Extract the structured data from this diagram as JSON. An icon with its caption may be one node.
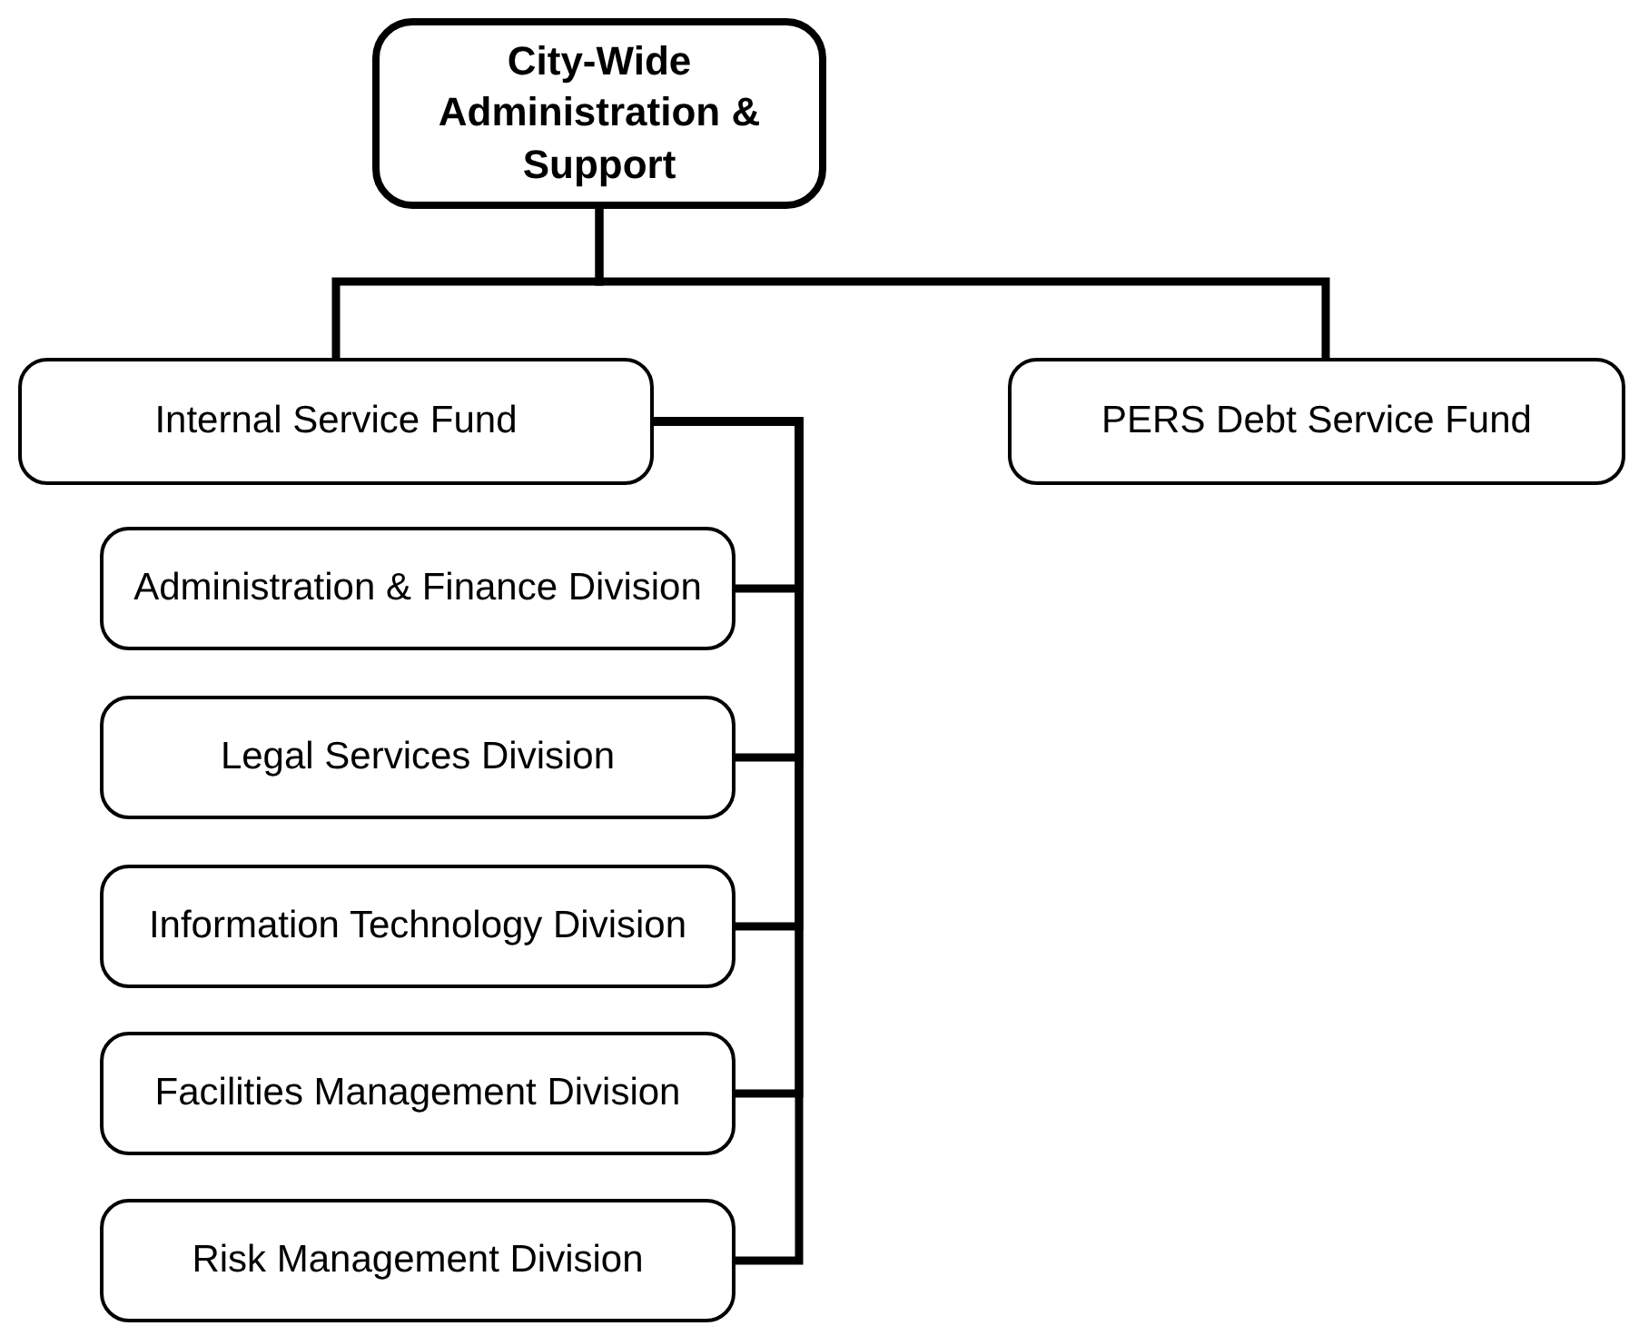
{
  "diagram": {
    "nodes": [
      {
        "text": [
          "City-Wide Administration & Support"
        ]
      },
      {
        "text": [
          "Internal Service Fund"
        ]
      },
      {
        "text": [
          "PERS Debt Service Fund"
        ]
      },
      {
        "text": [
          "Administration & Finance Division"
        ]
      },
      {
        "text": [
          "Legal Services Division"
        ]
      },
      {
        "text": [
          "Information Technology Division"
        ]
      },
      {
        "text": [
          "Facilities Management Division"
        ]
      },
      {
        "text": [
          "Risk Management Division"
        ]
      }
    ],
    "edges": [
      {
        "from": 0,
        "to": 1,
        "arrow": "none"
      },
      {
        "from": 0,
        "to": 2,
        "arrow": "none"
      },
      {
        "from": 1,
        "to": 3,
        "arrow": "none"
      },
      {
        "from": 1,
        "to": 4,
        "arrow": "none"
      },
      {
        "from": 1,
        "to": 5,
        "arrow": "none"
      },
      {
        "from": 1,
        "to": 6,
        "arrow": "none"
      },
      {
        "from": 1,
        "to": 7,
        "arrow": "none"
      }
    ]
  }
}
